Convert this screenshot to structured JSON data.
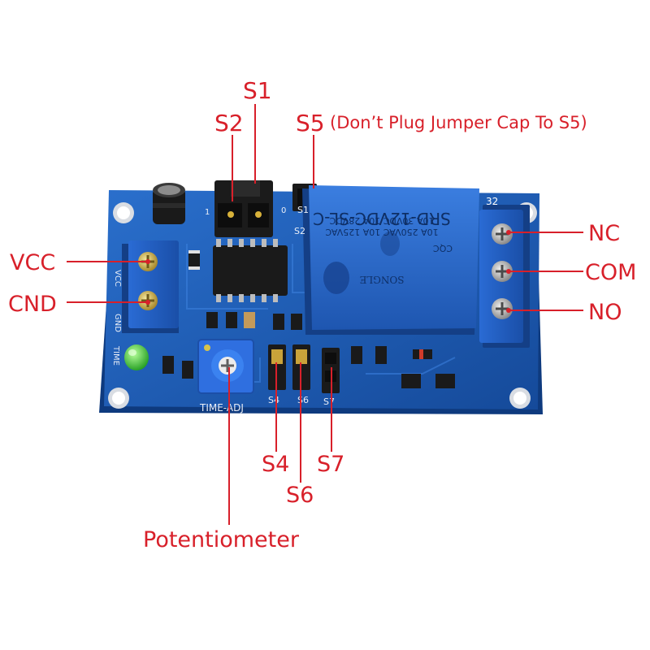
{
  "labels": {
    "s1": "S1",
    "s2": "S2",
    "s5": "S5",
    "s5_note": "(Don’t Plug Jumper Cap To S5)",
    "vcc": "VCC",
    "cnd": "CND",
    "nc": "NC",
    "com": "COM",
    "no": "NO",
    "s4": "S4",
    "s6": "S6",
    "s7": "S7",
    "potentiometer": "Potentiometer"
  },
  "board_silkscreen": {
    "relay_model": "SRD-12VDC-SL-C",
    "relay_rating_1": "10A 250VAC  10A 125VAC",
    "relay_rating_2": "10A 30VDC  10A 28VDC",
    "relay_brand": "SONGLE",
    "relay_cert": "CQC",
    "vcc": "VCC",
    "gnd": "GND",
    "time": "TIME",
    "time_adj": "TIME-ADJ",
    "s1": "S1",
    "s2": "S2",
    "s4": "S4",
    "s6": "S6",
    "s7": "S7",
    "pin_1": "1",
    "pin_0": "0",
    "corner": "32"
  },
  "colors": {
    "annotation": "#d8202a",
    "pcb": "#1f5fb8",
    "relay": "#2f6fd1",
    "terminal": "#2563c9",
    "led": "#3fcf3a"
  }
}
